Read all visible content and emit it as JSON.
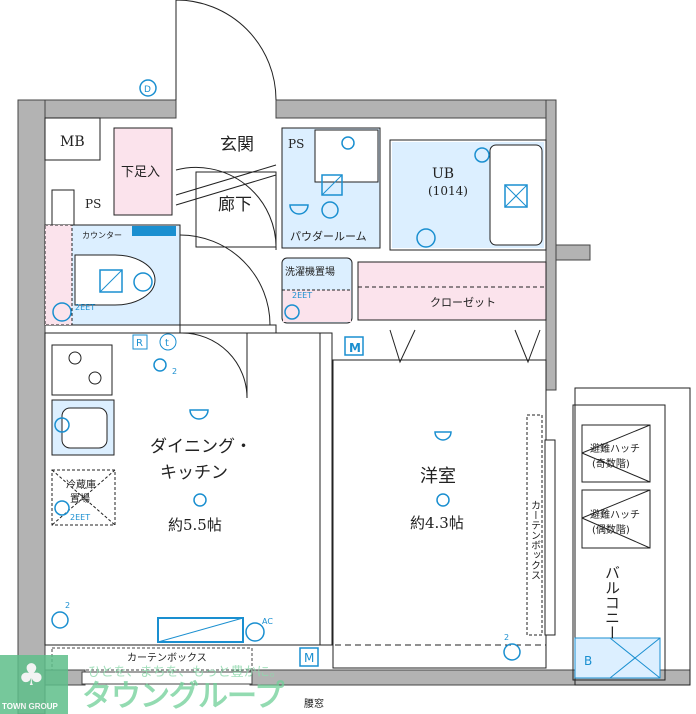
{
  "colors": {
    "wall": "#b3b3b3",
    "wet_area": "#dcefff",
    "storage": "#fbe3ec",
    "fixture": "#1a8fd0",
    "line": "#222222"
  },
  "labels": {
    "mb": "MB",
    "ps_left": "PS",
    "ps_right": "PS",
    "shoe_box": "下足入",
    "entrance": "玄関",
    "hallway": "廊下",
    "ub": "UB",
    "ub_size": "(1014)",
    "powder_room": "パウダールーム",
    "washer": "洗濯機置場",
    "washer_eet": "2EET",
    "closet": "クローゼット",
    "counter": "カウンター",
    "toilet_eet": "2EET",
    "dining_kitchen_1": "ダイニング・",
    "dining_kitchen_2": "キッチン",
    "dk_size": "約5.5帖",
    "western_room": "洋室",
    "western_size": "約4.3帖",
    "curtain_box_vertical": "カーテンボックス",
    "hatch_odd_1": "避難ハッチ",
    "hatch_odd_2": "(奇数階)",
    "hatch_even_1": "避難ハッチ",
    "hatch_even_2": "(偶数階)",
    "balcony": "バルコニー",
    "fridge_1": "冷蔵庫",
    "fridge_2": "置場",
    "fridge_eet": "2EET",
    "ac": "AC",
    "outlet_2a": "2",
    "outlet_2b": "2",
    "outlet_2c": "2",
    "meter_1": "M",
    "meter_2": "M",
    "b_mark": "B",
    "d_mark": "D",
    "r_mark": "R",
    "t_mark": "t",
    "curtain_box_bottom": "カーテンボックス",
    "waist_window": "腰窓"
  },
  "watermark": {
    "brand_en": "TOWN GROUP",
    "brand_kana": "タウングループ",
    "slogan": "ひとを、まちを、もっと豊かに。"
  }
}
